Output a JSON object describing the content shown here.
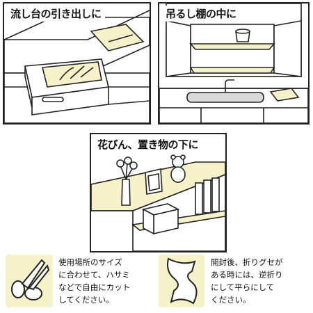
{
  "panels": {
    "drawer": {
      "caption": "流し台の引き出しに"
    },
    "cabinet": {
      "caption": "吊るし棚の中に"
    },
    "shelf": {
      "caption": "花びん、置き物の下に"
    }
  },
  "tips": {
    "cut": {
      "text": "使用場所のサイズ\nに合わせて、ハサミ\nなどで自由にカット\nしてください。"
    },
    "flatten": {
      "text": "開封後、折りグセが\nある時には、逆折り\nにして平らにして\nください。"
    }
  },
  "colors": {
    "liner": "#f5f1c9",
    "outline": "#222222"
  },
  "icons": [
    "scissors-icon",
    "curled-sheet-icon"
  ]
}
